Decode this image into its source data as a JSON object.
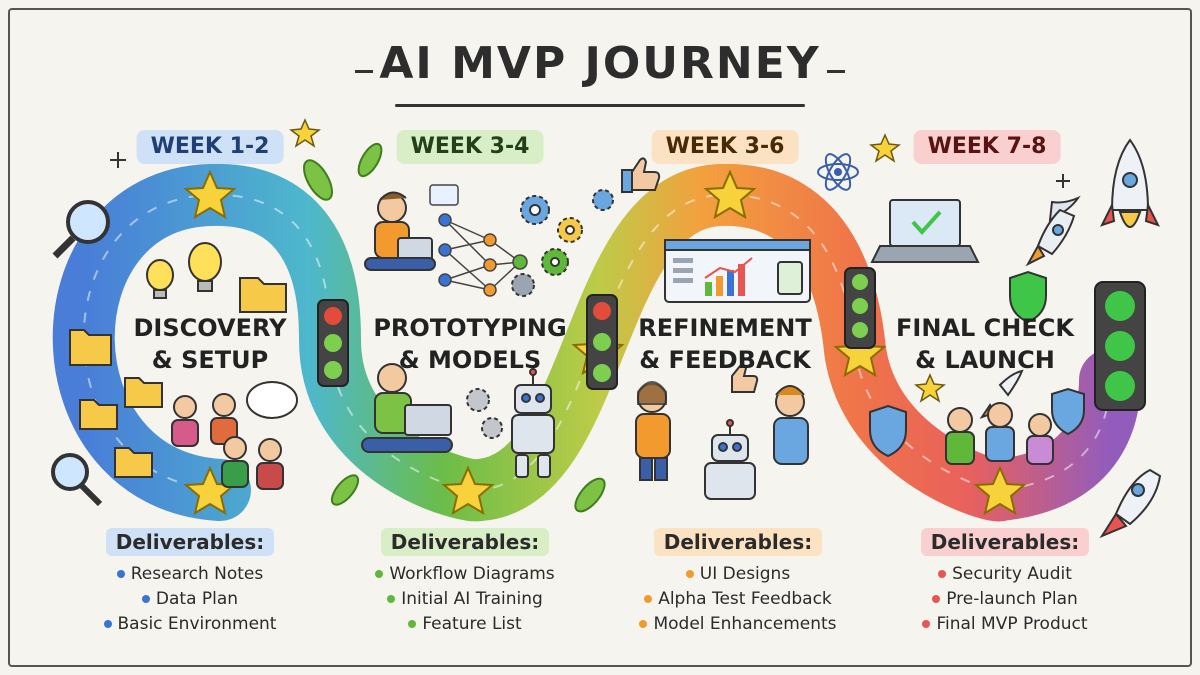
{
  "title": "AI MVP JOURNEY",
  "colors": {
    "blue": "#3a73d6",
    "green": "#5fb83a",
    "orange": "#f29a2e",
    "red": "#e8544f",
    "purple": "#8a4fb8",
    "star": "#f7d23b"
  },
  "stages": [
    {
      "week": "WEEK 1-2",
      "phase_line1": "DISCOVERY",
      "phase_line2": "& SETUP",
      "deliverables_title": "Deliverables:",
      "items": [
        "Research Notes",
        "Data Plan",
        "Basic Environment"
      ]
    },
    {
      "week": "WEEK 3-4",
      "phase_line1": "PROTOTYPING",
      "phase_line2": "& MODELS",
      "deliverables_title": "Deliverables:",
      "items": [
        "Workflow Diagrams",
        "Initial AI Training",
        "Feature List"
      ]
    },
    {
      "week": "WEEK 3-6",
      "phase_line1": "REFINEMENT",
      "phase_line2": "& FEEDBACK",
      "deliverables_title": "Deliverables:",
      "items": [
        "UI Designs",
        "Alpha Test Feedback",
        "Model Enhancements"
      ]
    },
    {
      "week": "WEEK 7-8",
      "phase_line1": "FINAL CHECK",
      "phase_line2": "& LAUNCH",
      "deliverables_title": "Deliverables:",
      "items": [
        "Security Audit",
        "Pre-launch Plan",
        "Final MVP Product"
      ]
    }
  ],
  "icons": [
    "magnifier-icon",
    "lightbulb-icon",
    "folder-icon",
    "traffic-light-icon",
    "star-icon",
    "gear-icon",
    "robot-icon",
    "laptop-icon",
    "thumbs-up-icon",
    "rocket-icon",
    "shield-icon",
    "atom-icon",
    "leaf-icon"
  ]
}
